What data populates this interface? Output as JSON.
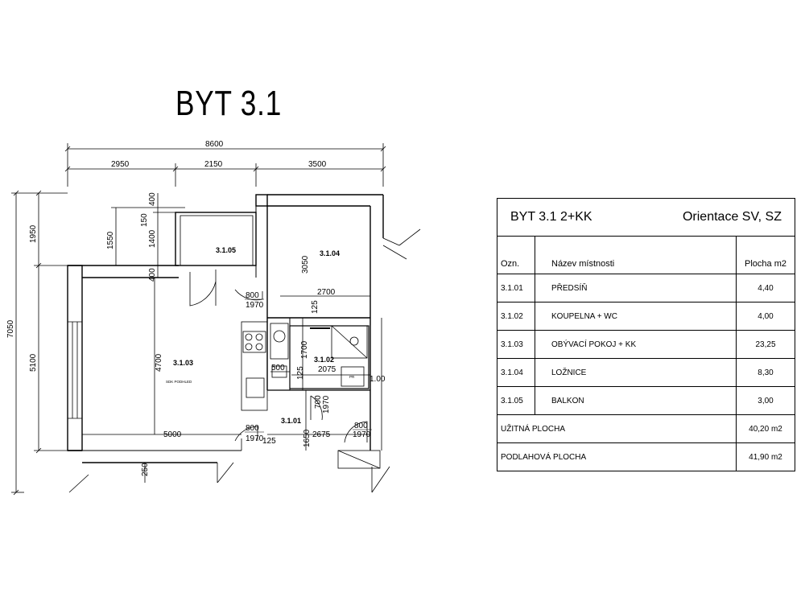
{
  "title": "BYT 3.1",
  "table": {
    "header_left": "BYT 3.1  2+KK",
    "header_right": "Orientace SV, SZ",
    "col_code": "Ozn.",
    "col_name": "Název místnosti",
    "col_area": "Plocha m2",
    "rows": [
      {
        "code": "3.1.01",
        "name": "PŘEDSÍŇ",
        "area": "4,40"
      },
      {
        "code": "3.1.02",
        "name": "KOUPELNA + WC",
        "area": "4,00"
      },
      {
        "code": "3.1.03",
        "name": "OBÝVACÍ POKOJ + KK",
        "area": "23,25"
      },
      {
        "code": "3.1.04",
        "name": "LOŽNICE",
        "area": "8,30"
      },
      {
        "code": "3.1.05",
        "name": "BALKON",
        "area": "3,00"
      }
    ],
    "usable_label": "UŽITNÁ PLOCHA",
    "usable_value": "40,20 m2",
    "floor_label": "PODLAHOVÁ PLOCHA",
    "floor_value": "41,90 m2"
  },
  "plan": {
    "rooms": {
      "r01": "3.1.01",
      "r02": "3.1.02",
      "r03": "3.1.03",
      "r04": "3.1.04",
      "r05": "3.1.05"
    },
    "note_sdk": "SDK PODHLED",
    "pr_label": "PR",
    "dims": {
      "total": "8600",
      "seg1": "2950",
      "seg2": "2150",
      "seg3": "3500",
      "h_total": "7050",
      "h_top": "1950",
      "h_bottom": "5100",
      "balcony_h": "1550",
      "d150": "150",
      "d1400": "1400",
      "d400a": "400",
      "d400b": "400",
      "d3050": "3050",
      "d2700": "2700",
      "d125a": "125",
      "d4700": "4700",
      "d1700": "1700",
      "d2075": "2075",
      "d500": "500",
      "d125b": "125",
      "d100": "1.00",
      "d5000": "5000",
      "d125c": "125",
      "d1650": "1650",
      "d2675": "2675",
      "d250": "250"
    },
    "doors": {
      "door1_w": "800",
      "door1_h": "1970",
      "door2_w": "800",
      "door2_h": "1970",
      "door3_w": "700",
      "door3_h": "1970",
      "door4_w": "800",
      "door4_h": "1970"
    }
  }
}
